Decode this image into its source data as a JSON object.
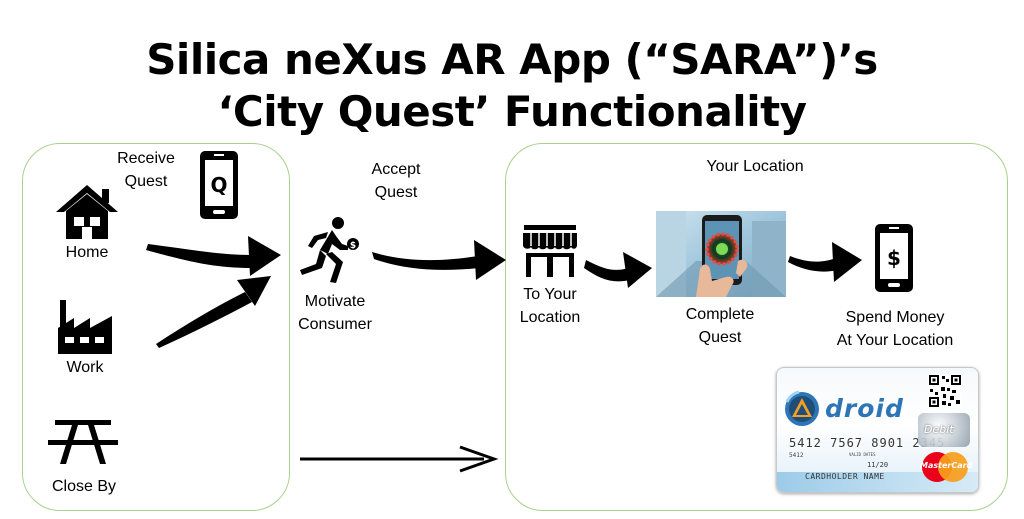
{
  "title": {
    "line1": "Silica neXus AR App (“SARA”)’s",
    "line2": "‘City Quest’ Functionality"
  },
  "left_panel": {
    "receive_quest": [
      "Receive",
      "Quest"
    ],
    "phone_icon_letter": "Q",
    "sources": [
      {
        "label": "Home",
        "icon": "house-icon"
      },
      {
        "label": "Work",
        "icon": "factory-icon"
      },
      {
        "label": "Close By",
        "icon": "picnic-table-icon"
      }
    ]
  },
  "middle": {
    "accept_quest": [
      "Accept",
      "Quest"
    ],
    "motivate_consumer": [
      "Motivate",
      "Consumer"
    ],
    "runner_icon": "running-person-icon"
  },
  "right_panel": {
    "your_location": "Your Location",
    "to_your_location": [
      "To Your",
      "Location"
    ],
    "store_icon": "storefront-icon",
    "complete_quest": [
      "Complete",
      "Quest"
    ],
    "spend_money": [
      "Spend Money",
      "At Your Location"
    ],
    "money_phone_symbol": "$"
  },
  "card": {
    "brand": "droid",
    "number": "5412  7567  8901  2345",
    "small_number": "5412",
    "valid_dates_label": "VALID DATES",
    "expiry": "11/20",
    "holder": "CARDHOLDER NAME",
    "debit": "Debit",
    "network": "MasterCard"
  },
  "colors": {
    "panel_border": "#a9d18e",
    "card_accent": "#2e75b6",
    "mc_red": "#eb001b",
    "mc_yellow": "#f79e1b"
  }
}
